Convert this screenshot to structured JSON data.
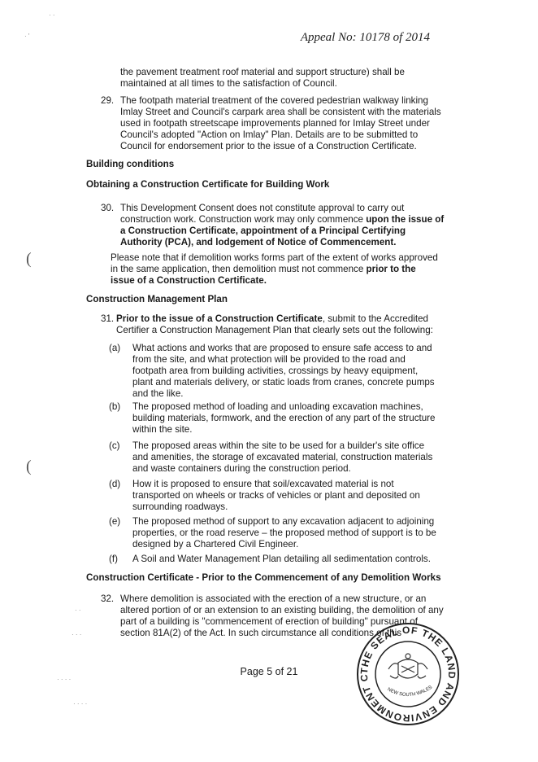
{
  "header": {
    "appeal": "Appeal No:  10178 of 2014"
  },
  "para_cont": [
    "the pavement treatment roof material and support structure) shall be",
    "maintained at all times to the satisfaction of Council."
  ],
  "c29": {
    "number": "29.",
    "lines": [
      "The footpath material treatment of the covered pedestrian walkway linking",
      "Imlay Street and Council's carpark area shall be consistent with the materials",
      "used in footpath streetscape improvements planned for Imlay Street under",
      "Council's adopted \"Action on Imlay\" Plan. Details are to be submitted to",
      "Council for endorsement prior to the issue of a Construction Certificate."
    ]
  },
  "h_building": "Building conditions",
  "h_obtaining": "Obtaining a Construction Certificate for Building Work",
  "c30": {
    "number": "30.",
    "l1": "This Development Consent does not constitute approval to carry out",
    "l2a": "construction work. Construction work may only commence ",
    "l2b": "upon the issue of",
    "l3": "a Construction Certificate, appointment of a Principal Certifying",
    "l4": "Authority (PCA), and lodgement of Notice of Commencement."
  },
  "note": {
    "l1": "Please note that if demolition works forms part of the extent of works approved",
    "l2a": "in the same application, then demolition must not commence ",
    "l2b": "prior to the",
    "l3": "issue of a Construction Certificate."
  },
  "h_cmp": "Construction Management Plan",
  "c31": {
    "number": "31.",
    "l1a": "Prior to the issue of a Construction Certificate",
    "l1b": ", submit to the Accredited",
    "l2": "Certifier a Construction Management Plan that clearly sets out the following:"
  },
  "items": [
    {
      "label": "(a)",
      "lines": [
        "What actions and works that are proposed to ensure safe access to and",
        "from the site, and what protection will be provided to the road and",
        "footpath area from building activities, crossings by heavy equipment,",
        "plant and materials delivery, or static loads from cranes, concrete pumps",
        "and the like."
      ]
    },
    {
      "label": "(b)",
      "lines": [
        "The proposed method of loading and unloading excavation machines,",
        "building materials, formwork, and the erection of any part of the structure",
        "within the site."
      ]
    },
    {
      "label": "(c)",
      "lines": [
        "The proposed areas within the site to be used for a builder's site office",
        "and amenities, the storage of excavated material, construction materials",
        "and waste containers during the construction period."
      ]
    },
    {
      "label": "(d)",
      "lines": [
        "How it is proposed to ensure that soil/excavated material is not",
        "transported on wheels or tracks of vehicles or plant and deposited on",
        "surrounding roadways."
      ]
    },
    {
      "label": "(e)",
      "lines": [
        "The proposed method of support to any excavation adjacent to adjoining",
        "properties, or the road reserve – the proposed method of support is to be",
        "designed by a Chartered Civil Engineer."
      ]
    },
    {
      "label": "(f)",
      "lines": [
        "A Soil and Water Management Plan detailing all sedimentation controls."
      ]
    }
  ],
  "h_cc": "Construction Certificate - Prior to the Commencement of any Demolition Works",
  "c32": {
    "number": "32.",
    "lines": [
      "Where demolition is associated with the erection of a new structure, or an",
      "altered portion of or an extension to an existing building, the demolition of any",
      "part of a building is \"commencement of erection of building\" pursuant of",
      "section 81A(2) of the Act. In such circumstance all conditions of this"
    ]
  },
  "footer": "Page 5 of 21",
  "seal": {
    "top": "THE SEAL OF THE LAND AND ENVIRONMENT COURT",
    "inner": "NEW SOUTH WALES"
  }
}
